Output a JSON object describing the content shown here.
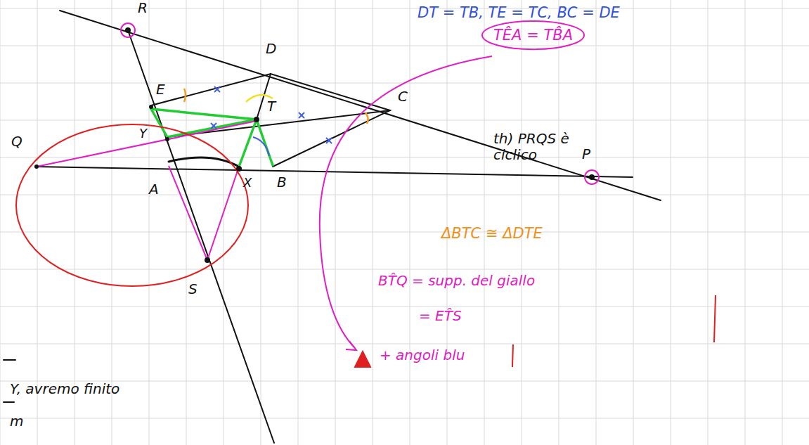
{
  "diagram": {
    "labels": [
      "R",
      "D",
      "E",
      "T",
      "C",
      "Y",
      "Q",
      "A",
      "X",
      "B",
      "P",
      "S",
      "DT = TB, TE = TC, BC = DE",
      "TÊA = TB̂A",
      "th) PRQS è ciclico",
      "ΔBTC ≅ ΔDTE",
      "BT̂Q = supp. del giallo",
      "= ET̂S",
      "+ angoli blu",
      "Y, avremo finito",
      "m"
    ]
  }
}
